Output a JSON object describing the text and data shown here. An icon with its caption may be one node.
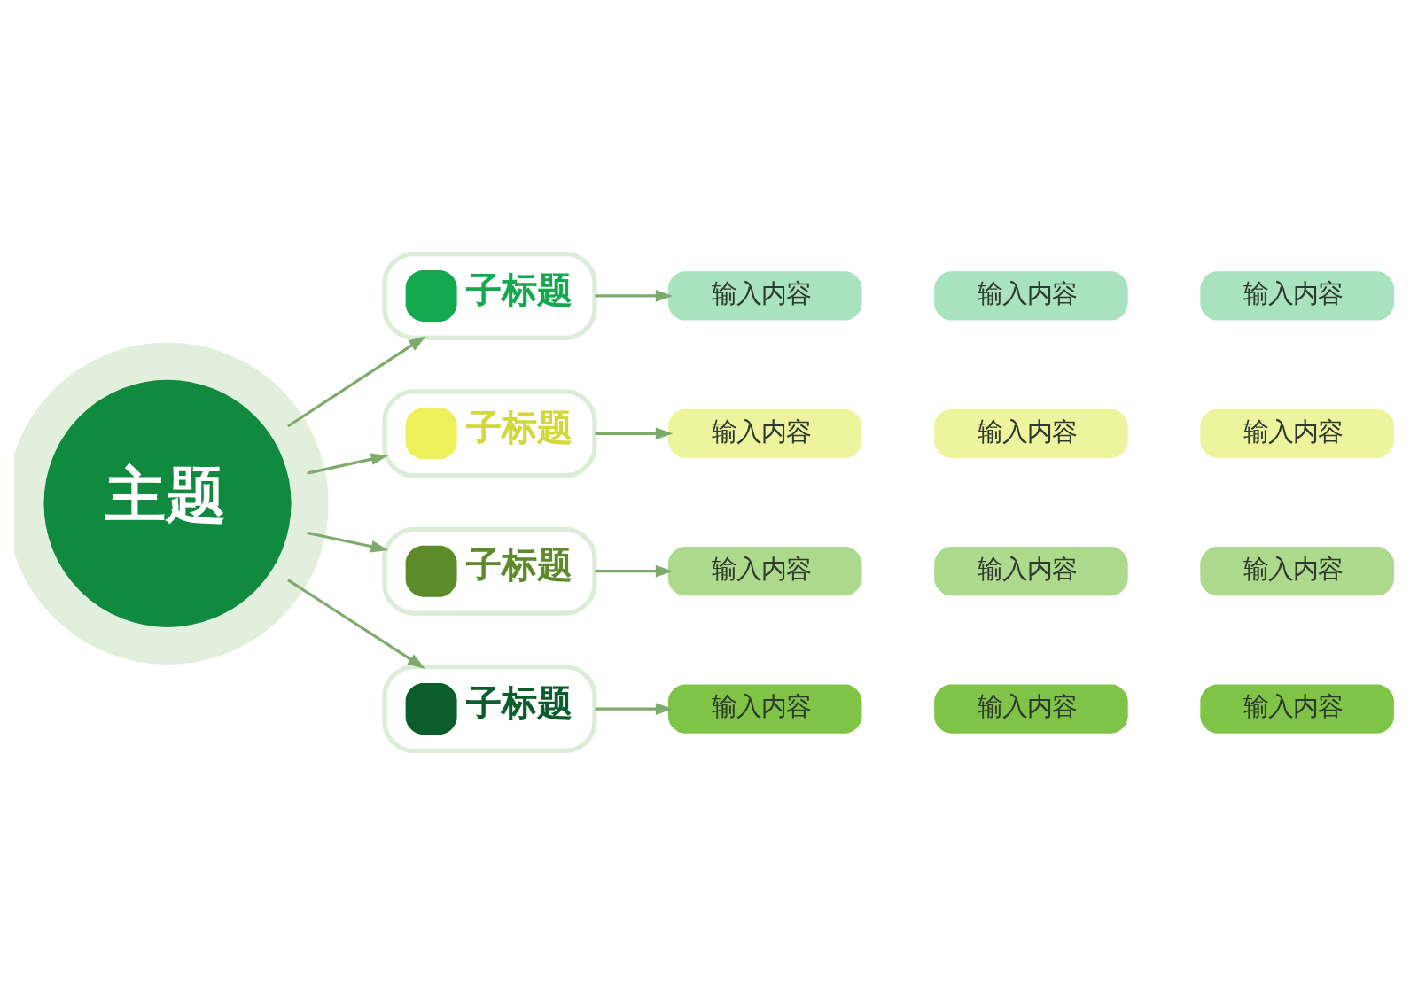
{
  "diagram": {
    "nodes": [
      {
        "text": [
          "主题"
        ]
      },
      {
        "text": [
          "子标题"
        ]
      },
      {
        "text": [
          "输入内容"
        ]
      },
      {
        "text": [
          "输入内容"
        ]
      },
      {
        "text": [
          "输入内容"
        ]
      },
      {
        "text": [
          "子标题"
        ]
      },
      {
        "text": [
          "输入内容"
        ]
      },
      {
        "text": [
          "输入内容"
        ]
      },
      {
        "text": [
          "输入内容"
        ]
      },
      {
        "text": [
          "子标题"
        ]
      },
      {
        "text": [
          "输入内容"
        ]
      },
      {
        "text": [
          "输入内容"
        ]
      },
      {
        "text": [
          "输入内容"
        ]
      },
      {
        "text": [
          "子标题"
        ]
      },
      {
        "text": [
          "输入内容"
        ]
      },
      {
        "text": [
          "输入内容"
        ]
      },
      {
        "text": [
          "输入内容"
        ]
      }
    ],
    "edges": [
      {
        "from": 0,
        "to": 1,
        "arrow": "to"
      },
      {
        "from": 1,
        "to": 2,
        "arrow": "to"
      },
      {
        "from": 0,
        "to": 5,
        "arrow": "to"
      },
      {
        "from": 5,
        "to": 6,
        "arrow": "to"
      },
      {
        "from": 0,
        "to": 9,
        "arrow": "to"
      },
      {
        "from": 9,
        "to": 10,
        "arrow": "to"
      },
      {
        "from": 0,
        "to": 13,
        "arrow": "to"
      },
      {
        "from": 13,
        "to": 14,
        "arrow": "to"
      }
    ]
  }
}
